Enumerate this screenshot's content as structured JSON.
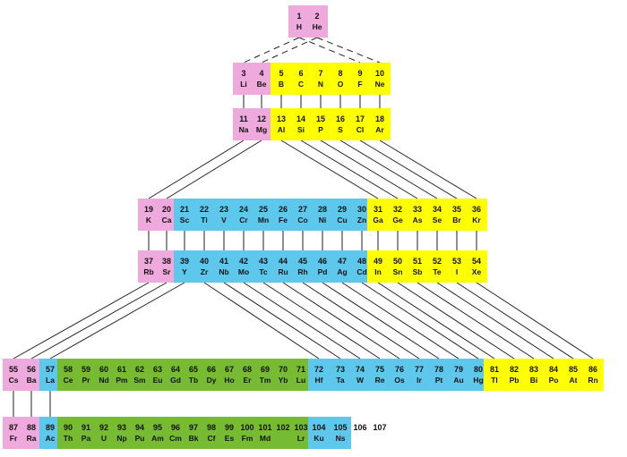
{
  "colors": {
    "s_block": "#eeaadd",
    "p_block": "#ffff00",
    "d_block": "#5ec8ec",
    "f_block": "#77bb33",
    "line": "#222222"
  },
  "rows": [
    {
      "key": "p1",
      "elements": [
        {
          "n": "1",
          "s": "H",
          "c": "s_block"
        },
        {
          "n": "2",
          "s": "He",
          "c": "s_block"
        }
      ]
    },
    {
      "key": "p2",
      "elements": [
        {
          "n": "3",
          "s": "Li",
          "c": "s_block"
        },
        {
          "n": "4",
          "s": "Be",
          "c": "s_block"
        },
        {
          "n": "5",
          "s": "B",
          "c": "p_block"
        },
        {
          "n": "6",
          "s": "C",
          "c": "p_block"
        },
        {
          "n": "7",
          "s": "N",
          "c": "p_block"
        },
        {
          "n": "8",
          "s": "O",
          "c": "p_block"
        },
        {
          "n": "9",
          "s": "F",
          "c": "p_block"
        },
        {
          "n": "10",
          "s": "Ne",
          "c": "p_block"
        }
      ]
    },
    {
      "key": "p3",
      "elements": [
        {
          "n": "11",
          "s": "Na",
          "c": "s_block"
        },
        {
          "n": "12",
          "s": "Mg",
          "c": "s_block"
        },
        {
          "n": "13",
          "s": "Al",
          "c": "p_block"
        },
        {
          "n": "14",
          "s": "Si",
          "c": "p_block"
        },
        {
          "n": "15",
          "s": "P",
          "c": "p_block"
        },
        {
          "n": "16",
          "s": "S",
          "c": "p_block"
        },
        {
          "n": "17",
          "s": "Cl",
          "c": "p_block"
        },
        {
          "n": "18",
          "s": "Ar",
          "c": "p_block"
        }
      ]
    },
    {
      "key": "p4",
      "elements": [
        {
          "n": "19",
          "s": "K",
          "c": "s_block"
        },
        {
          "n": "20",
          "s": "Ca",
          "c": "s_block"
        },
        {
          "n": "21",
          "s": "Sc",
          "c": "d_block"
        },
        {
          "n": "22",
          "s": "Ti",
          "c": "d_block"
        },
        {
          "n": "23",
          "s": "V",
          "c": "d_block"
        },
        {
          "n": "24",
          "s": "Cr",
          "c": "d_block"
        },
        {
          "n": "25",
          "s": "Mn",
          "c": "d_block"
        },
        {
          "n": "26",
          "s": "Fe",
          "c": "d_block"
        },
        {
          "n": "27",
          "s": "Co",
          "c": "d_block"
        },
        {
          "n": "28",
          "s": "Ni",
          "c": "d_block"
        },
        {
          "n": "29",
          "s": "Cu",
          "c": "d_block"
        },
        {
          "n": "30",
          "s": "Zn",
          "c": "d_block"
        },
        {
          "n": "31",
          "s": "Ga",
          "c": "p_block"
        },
        {
          "n": "32",
          "s": "Ge",
          "c": "p_block"
        },
        {
          "n": "33",
          "s": "As",
          "c": "p_block"
        },
        {
          "n": "34",
          "s": "Se",
          "c": "p_block"
        },
        {
          "n": "35",
          "s": "Br",
          "c": "p_block"
        },
        {
          "n": "36",
          "s": "Kr",
          "c": "p_block"
        }
      ]
    },
    {
      "key": "p5",
      "elements": [
        {
          "n": "37",
          "s": "Rb",
          "c": "s_block"
        },
        {
          "n": "38",
          "s": "Sr",
          "c": "s_block"
        },
        {
          "n": "39",
          "s": "Y",
          "c": "d_block"
        },
        {
          "n": "40",
          "s": "Zr",
          "c": "d_block"
        },
        {
          "n": "41",
          "s": "Nb",
          "c": "d_block"
        },
        {
          "n": "42",
          "s": "Mo",
          "c": "d_block"
        },
        {
          "n": "43",
          "s": "Tc",
          "c": "d_block"
        },
        {
          "n": "44",
          "s": "Ru",
          "c": "d_block"
        },
        {
          "n": "45",
          "s": "Rh",
          "c": "d_block"
        },
        {
          "n": "46",
          "s": "Pd",
          "c": "d_block"
        },
        {
          "n": "47",
          "s": "Ag",
          "c": "d_block"
        },
        {
          "n": "48",
          "s": "Cd",
          "c": "d_block"
        },
        {
          "n": "49",
          "s": "In",
          "c": "p_block"
        },
        {
          "n": "50",
          "s": "Sn",
          "c": "p_block"
        },
        {
          "n": "51",
          "s": "Sb",
          "c": "p_block"
        },
        {
          "n": "52",
          "s": "Te",
          "c": "p_block"
        },
        {
          "n": "53",
          "s": "I",
          "c": "p_block"
        },
        {
          "n": "54",
          "s": "Xe",
          "c": "p_block"
        }
      ]
    },
    {
      "key": "p6",
      "elements": [
        {
          "n": "55",
          "s": "Cs",
          "c": "s_block"
        },
        {
          "n": "56",
          "s": "Ba",
          "c": "s_block"
        },
        {
          "n": "57",
          "s": "La",
          "c": "d_block"
        },
        {
          "n": "58",
          "s": "Ce",
          "c": "f_block"
        },
        {
          "n": "59",
          "s": "Pr",
          "c": "f_block"
        },
        {
          "n": "60",
          "s": "Nd",
          "c": "f_block"
        },
        {
          "n": "61",
          "s": "Pm",
          "c": "f_block"
        },
        {
          "n": "62",
          "s": "Sm",
          "c": "f_block"
        },
        {
          "n": "63",
          "s": "Eu",
          "c": "f_block"
        },
        {
          "n": "64",
          "s": "Gd",
          "c": "f_block"
        },
        {
          "n": "65",
          "s": "Tb",
          "c": "f_block"
        },
        {
          "n": "66",
          "s": "Dy",
          "c": "f_block"
        },
        {
          "n": "67",
          "s": "Ho",
          "c": "f_block"
        },
        {
          "n": "68",
          "s": "Er",
          "c": "f_block"
        },
        {
          "n": "69",
          "s": "Tm",
          "c": "f_block"
        },
        {
          "n": "70",
          "s": "Yb",
          "c": "f_block"
        },
        {
          "n": "71",
          "s": "Lu",
          "c": "f_block"
        },
        {
          "n": "72",
          "s": "Hf",
          "c": "d_block"
        },
        {
          "n": "73",
          "s": "Ta",
          "c": "d_block"
        },
        {
          "n": "74",
          "s": "W",
          "c": "d_block"
        },
        {
          "n": "75",
          "s": "Re",
          "c": "d_block"
        },
        {
          "n": "76",
          "s": "Os",
          "c": "d_block"
        },
        {
          "n": "77",
          "s": "Ir",
          "c": "d_block"
        },
        {
          "n": "78",
          "s": "Pt",
          "c": "d_block"
        },
        {
          "n": "79",
          "s": "Au",
          "c": "d_block"
        },
        {
          "n": "80",
          "s": "Hg",
          "c": "d_block"
        },
        {
          "n": "81",
          "s": "Tl",
          "c": "p_block"
        },
        {
          "n": "82",
          "s": "Pb",
          "c": "p_block"
        },
        {
          "n": "83",
          "s": "Bi",
          "c": "p_block"
        },
        {
          "n": "84",
          "s": "Po",
          "c": "p_block"
        },
        {
          "n": "85",
          "s": "At",
          "c": "p_block"
        },
        {
          "n": "86",
          "s": "Rn",
          "c": "p_block"
        }
      ]
    },
    {
      "key": "p7",
      "elements": [
        {
          "n": "87",
          "s": "Fr",
          "c": "s_block"
        },
        {
          "n": "88",
          "s": "Ra",
          "c": "s_block"
        },
        {
          "n": "89",
          "s": "Ac",
          "c": "d_block"
        },
        {
          "n": "90",
          "s": "Th",
          "c": "f_block"
        },
        {
          "n": "91",
          "s": "Pa",
          "c": "f_block"
        },
        {
          "n": "92",
          "s": "U",
          "c": "f_block"
        },
        {
          "n": "93",
          "s": "Np",
          "c": "f_block"
        },
        {
          "n": "94",
          "s": "Pu",
          "c": "f_block"
        },
        {
          "n": "95",
          "s": "Am",
          "c": "f_block"
        },
        {
          "n": "96",
          "s": "Cm",
          "c": "f_block"
        },
        {
          "n": "97",
          "s": "Bk",
          "c": "f_block"
        },
        {
          "n": "98",
          "s": "Cf",
          "c": "f_block"
        },
        {
          "n": "99",
          "s": "Es",
          "c": "f_block"
        },
        {
          "n": "100",
          "s": "Fm",
          "c": "f_block"
        },
        {
          "n": "101",
          "s": "Md",
          "c": "f_block"
        },
        {
          "n": "102",
          "s": "",
          "c": "f_block"
        },
        {
          "n": "103",
          "s": "Lr",
          "c": "f_block"
        },
        {
          "n": "104",
          "s": "Ku",
          "c": "d_block"
        },
        {
          "n": "105",
          "s": "Ns",
          "c": "d_block"
        },
        {
          "n": "106",
          "s": "",
          "c": "none"
        },
        {
          "n": "107",
          "s": "",
          "c": "none"
        }
      ]
    }
  ]
}
